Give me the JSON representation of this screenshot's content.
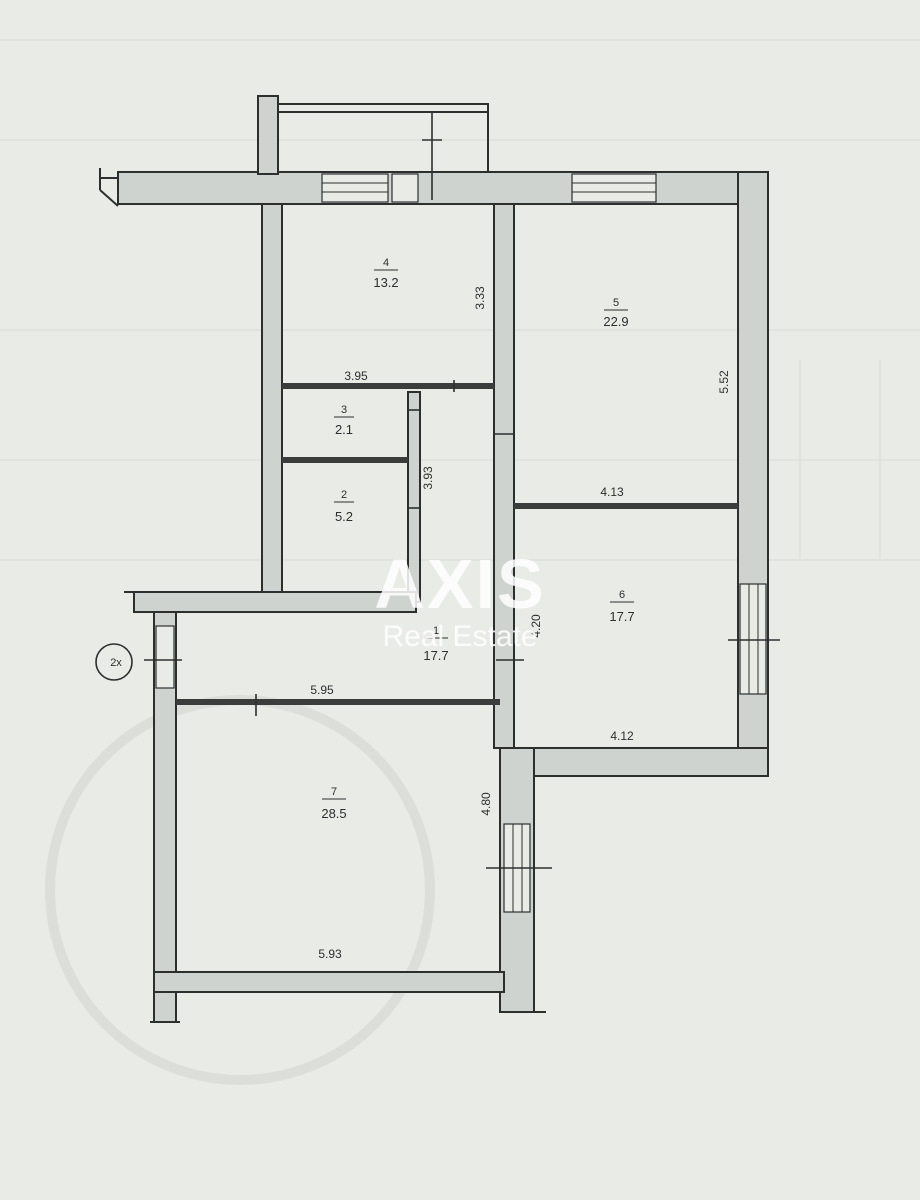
{
  "rooms": [
    {
      "number": "4",
      "area": "13.2"
    },
    {
      "number": "5",
      "area": "22.9"
    },
    {
      "number": "3",
      "area": "2.1"
    },
    {
      "number": "2",
      "area": "5.2"
    },
    {
      "number": "1",
      "area": "17.7"
    },
    {
      "number": "6",
      "area": "17.7"
    },
    {
      "number": "7",
      "area": "28.5"
    }
  ],
  "dimensions": {
    "d_395": "3.95",
    "d_333": "3.33",
    "d_552": "5.52",
    "d_413": "4.13",
    "d_393": "3.93",
    "d_420": "4.20",
    "d_595": "5.95",
    "d_412": "4.12",
    "d_480": "4.80",
    "d_593": "5.93"
  },
  "axis_marker": "2x",
  "watermark": {
    "brand": "AXIS",
    "tagline": "Real Estate"
  }
}
